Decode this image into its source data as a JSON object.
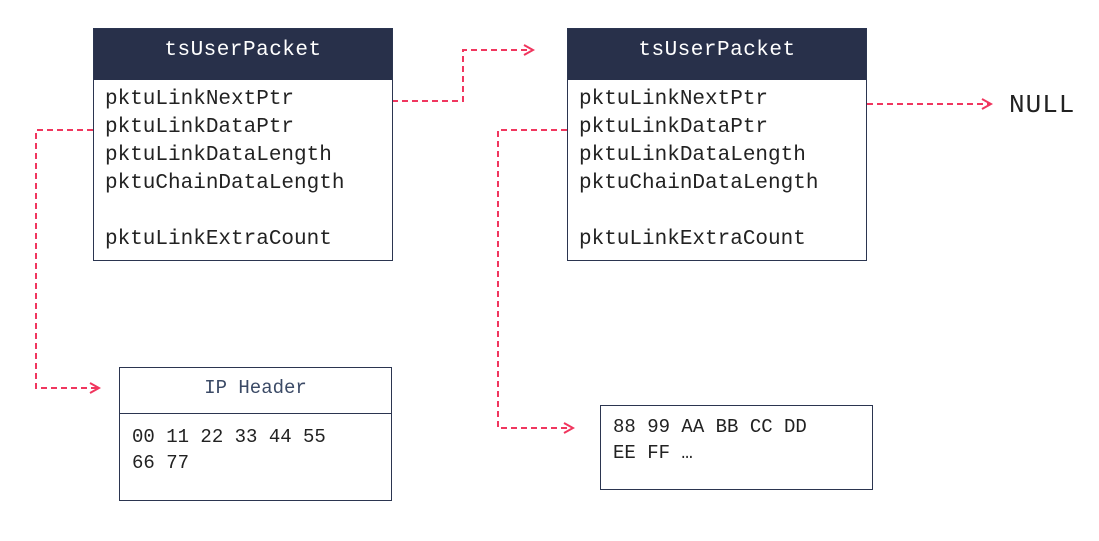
{
  "packet1": {
    "title": "tsUserPacket",
    "fields": [
      "pktuLinkNextPtr",
      "pktuLinkDataPtr",
      "pktuLinkDataLength",
      "pktuChainDataLength",
      "pktuLinkExtraCount"
    ]
  },
  "packet2": {
    "title": "tsUserPacket",
    "fields": [
      "pktuLinkNextPtr",
      "pktuLinkDataPtr",
      "pktuLinkDataLength",
      "pktuChainDataLength",
      "pktuLinkExtraCount"
    ]
  },
  "null_label": "NULL",
  "data1": {
    "header": "IP Header",
    "lines": [
      "00 11 22 33 44 55",
      "66 77"
    ]
  },
  "data2": {
    "lines": [
      "88 99 AA BB CC DD",
      "EE FF …"
    ]
  },
  "colors": {
    "header_bg": "#28304a",
    "arrow": "#f0365e",
    "border": "#2b3550"
  }
}
